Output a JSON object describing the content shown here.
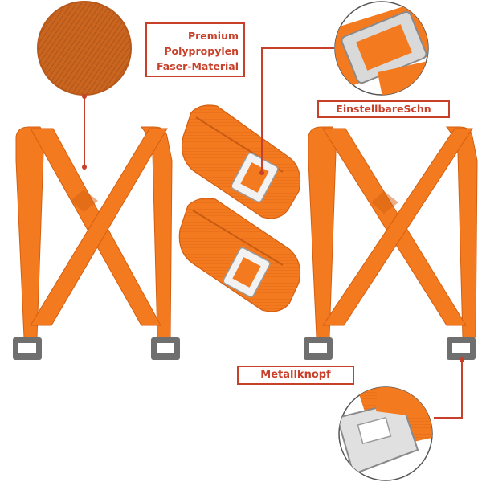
{
  "labels": {
    "material_line1": "Premium",
    "material_line2": "Polypropylen",
    "material_line3": "Faser-Material",
    "adjustable": "EinstellbareSchn",
    "buckle": "Metallknopf"
  },
  "colors": {
    "strap_orange": "#f47a20",
    "strap_dark": "#d35f10",
    "accent_red": "#c8402a",
    "buckle_metal": "#6f6f6f",
    "buckle_silver": "#d8d8d8"
  }
}
